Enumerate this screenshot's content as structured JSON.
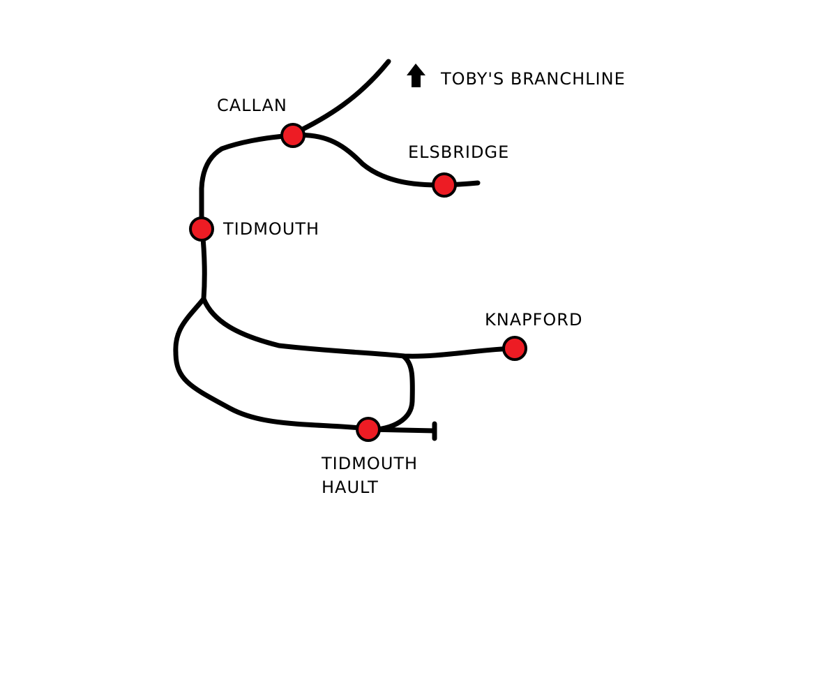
{
  "map": {
    "colors": {
      "track": "#000000",
      "station_fill": "#ed1c24",
      "station_outline": "#000000",
      "label": "#000000",
      "background": "#ffffff"
    },
    "stations": [
      {
        "id": "callan",
        "name": "CALLAN"
      },
      {
        "id": "elsbridge",
        "name": "ELSBRIDGE"
      },
      {
        "id": "tidmouth",
        "name": "TIDMOUTH"
      },
      {
        "id": "knapford",
        "name": "KNAPFORD"
      },
      {
        "id": "tidmouth_hault",
        "name_line1": "TIDMOUTH",
        "name_line2": "HAULT"
      }
    ],
    "branch_marker": {
      "icon": "up-arrow-icon",
      "label": "TOBY'S BRANCHLINE"
    }
  }
}
